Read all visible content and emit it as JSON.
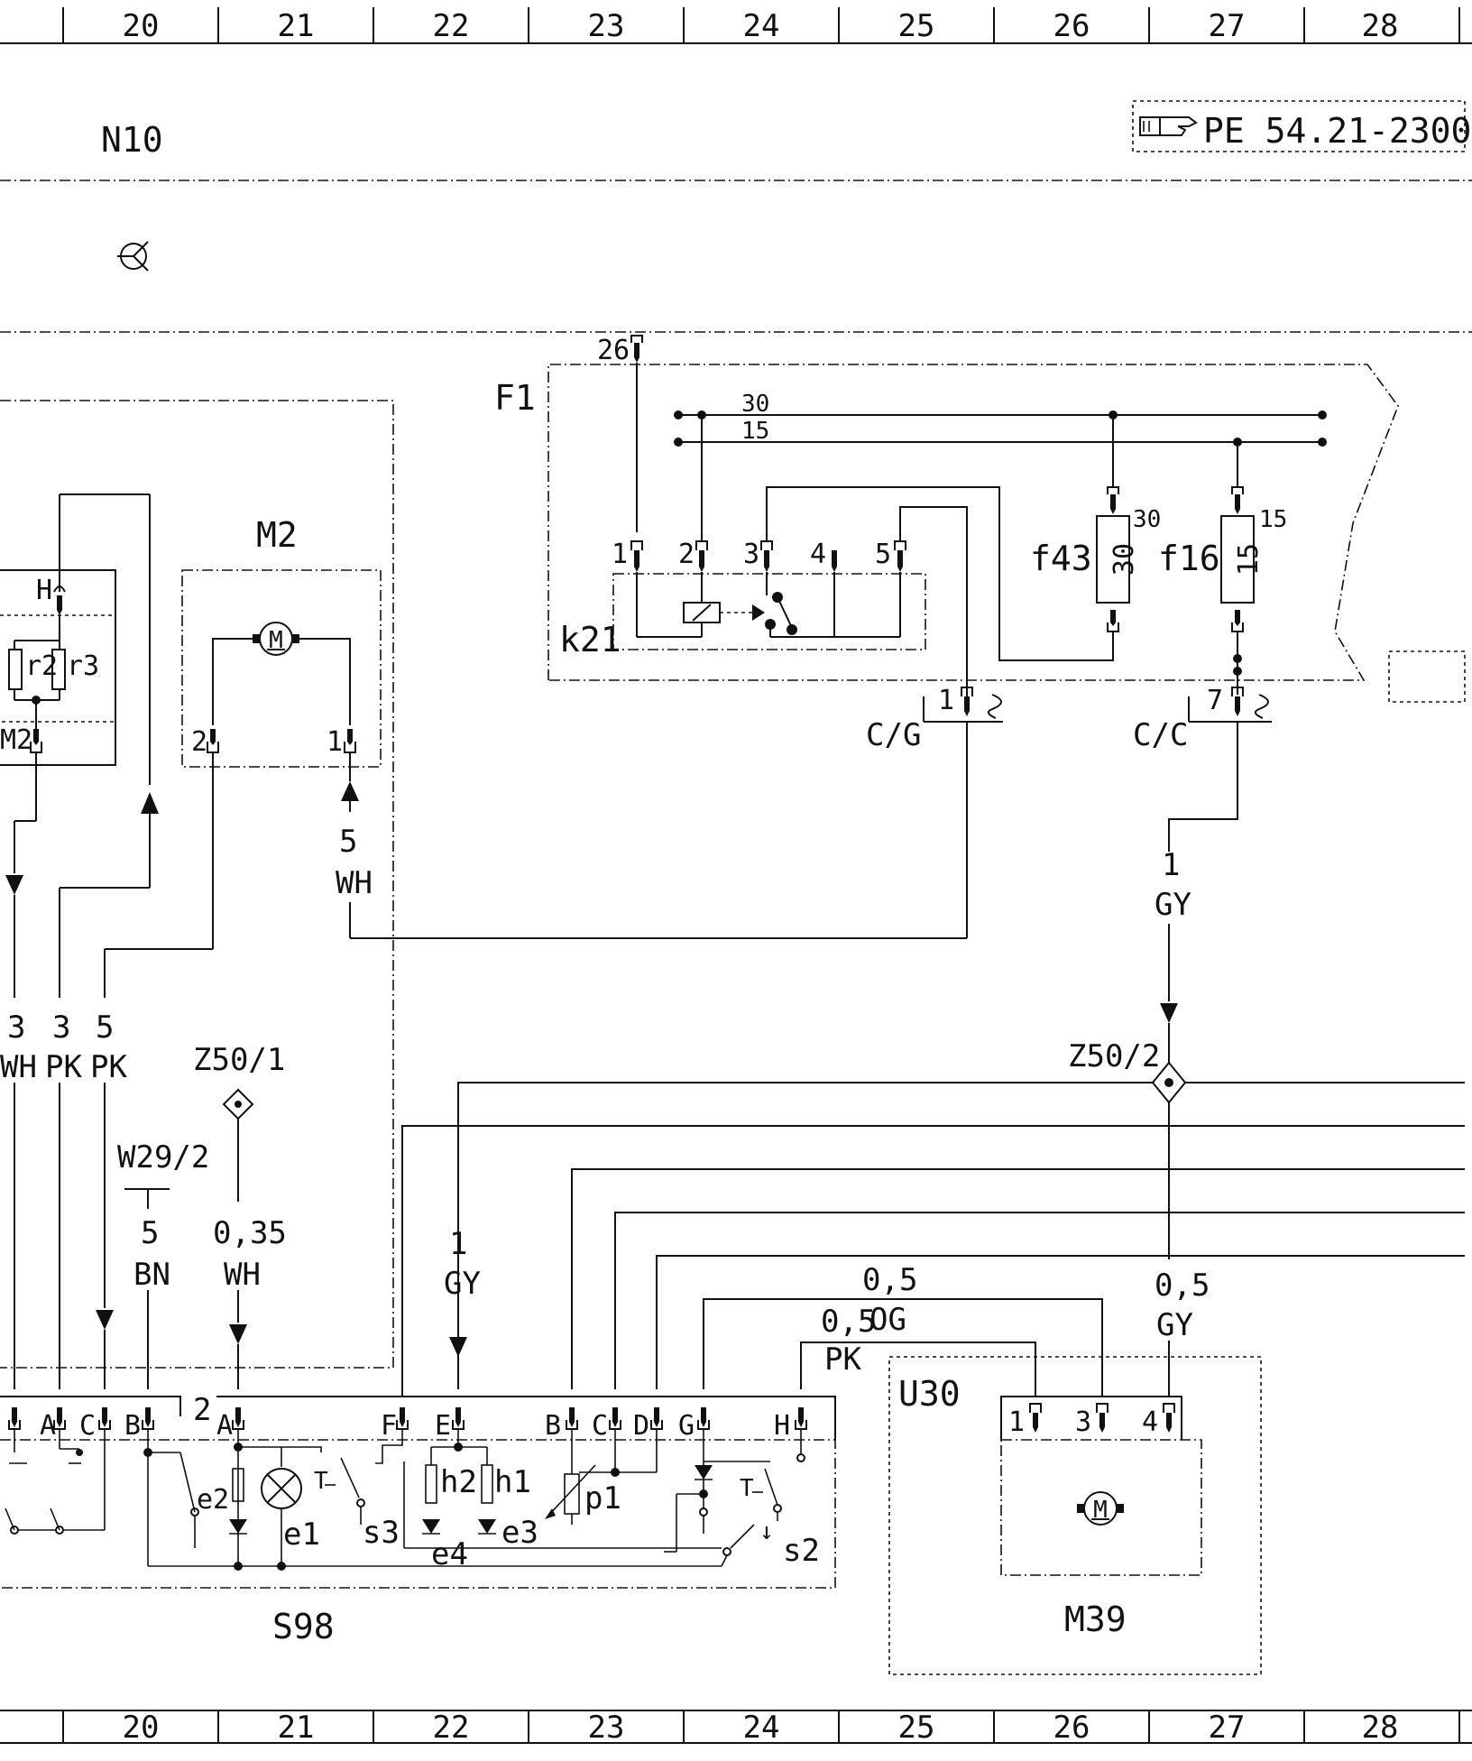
{
  "grid": {
    "columns": [
      "20",
      "21",
      "22",
      "23",
      "24",
      "25",
      "26",
      "27",
      "28"
    ]
  },
  "header": {
    "section": "N10",
    "reference": "PE 54.21-2300"
  },
  "fuse_box": {
    "name": "F1",
    "bus_30": "30",
    "bus_15": "15",
    "pin_26": "26",
    "relay": "k21",
    "relay_pins": [
      "1",
      "2",
      "3",
      "4",
      "5"
    ],
    "fuse_a": {
      "name": "f43",
      "rating": "30",
      "terminal": "30"
    },
    "fuse_b": {
      "name": "f16",
      "rating": "15",
      "terminal": "15"
    },
    "conn_cg": {
      "label": "C/G",
      "pin": "1"
    },
    "conn_cc": {
      "label": "C/C",
      "pin": "7"
    }
  },
  "motor_m2": {
    "name": "M2",
    "motor_symbol": "M",
    "pin_left": "2",
    "pin_right": "1",
    "wire_size": "5",
    "wire_color": "WH"
  },
  "left_unit": {
    "pin_h": "H",
    "r2": "r2",
    "r3": "r3",
    "pin_m2": "M2"
  },
  "left_wires": [
    {
      "size": "3",
      "color": "WH"
    },
    {
      "size": "3",
      "color": "PK"
    },
    {
      "size": "5",
      "color": "PK"
    }
  ],
  "w29": {
    "name": "W29/2",
    "size": "5",
    "color": "BN"
  },
  "z50_1": {
    "name": "Z50/1",
    "size": "0,35",
    "color": "WH"
  },
  "z50_2": {
    "name": "Z50/2"
  },
  "gy_wire_top": {
    "size": "1",
    "color": "GY"
  },
  "gy_wire_mid": {
    "size": "1",
    "color": "GY"
  },
  "og_wire": {
    "size": "0,5",
    "color": "OG"
  },
  "pk_wire": {
    "size": "0,5",
    "color": "PK"
  },
  "gy_wire_right": {
    "size": "0,5",
    "color": "GY"
  },
  "switch_s98": {
    "name": "S98",
    "pin_group": "2",
    "pins_left": [
      "A",
      "C",
      "B"
    ],
    "pins": [
      "A",
      "F",
      "E",
      "B",
      "C",
      "D",
      "G",
      "H"
    ],
    "components": {
      "e1": "e1",
      "e2": "e2",
      "e3": "e3",
      "e4": "e4",
      "h1": "h1",
      "h2": "h2",
      "p1": "p1",
      "s2": "s2",
      "s3": "s3"
    }
  },
  "u30": {
    "name": "U30",
    "pins": [
      "1",
      "3",
      "4"
    ],
    "motor": "M39",
    "motor_symbol": "M"
  }
}
